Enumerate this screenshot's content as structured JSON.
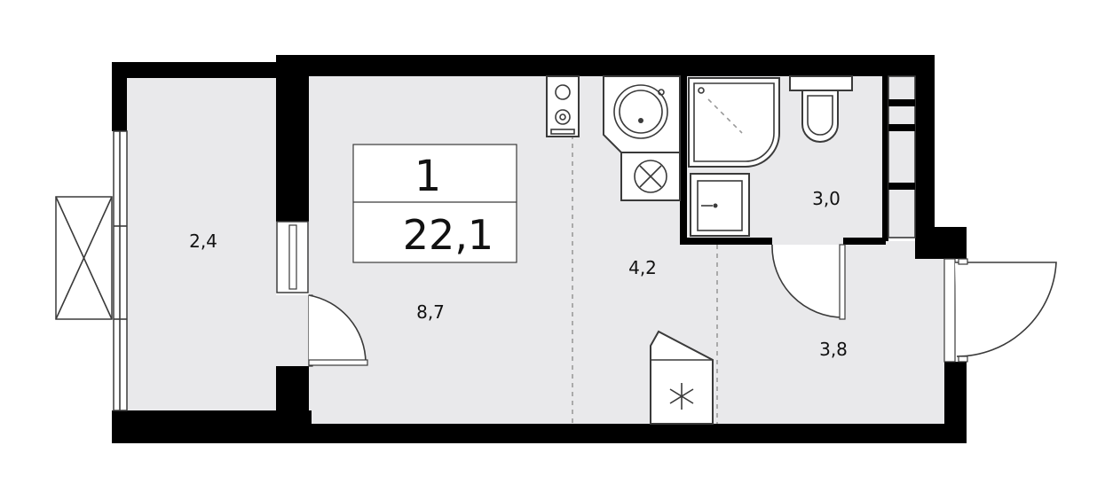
{
  "badge": {
    "rooms": "1",
    "total_area": "22,1"
  },
  "rooms": {
    "balcony": "2,4",
    "living": "8,7",
    "kitchen": "4,2",
    "bathroom": "3,0",
    "hallway": "3,8"
  },
  "colors": {
    "wall": "#000000",
    "floor": "#e9e9eb",
    "background": "#ffffff"
  }
}
